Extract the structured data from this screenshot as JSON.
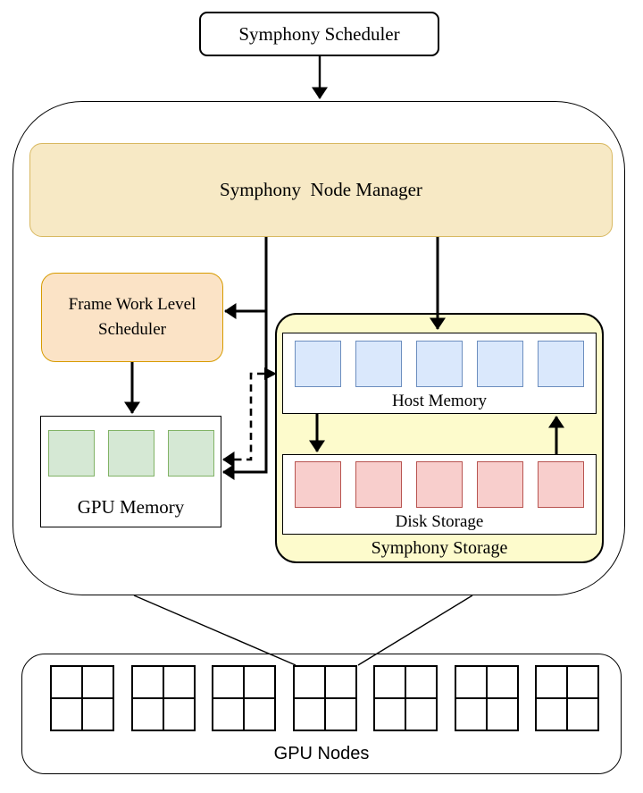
{
  "nodes": {
    "scheduler": "Symphony Scheduler",
    "node_manager": "Symphony  Node Manager",
    "framework_scheduler": "Frame Work Level Scheduler",
    "gpu_memory": "GPU Memory",
    "host_memory": "Host Memory",
    "disk_storage": "Disk Storage",
    "symphony_storage": "Symphony Storage",
    "gpu_nodes": "GPU Nodes"
  },
  "counts": {
    "gpu_memory_slots": 3,
    "host_memory_slots": 5,
    "disk_storage_slots": 5,
    "gpu_node_boxes": 7
  },
  "colors": {
    "node_manager_fill": "#F7E9C5",
    "node_manager_border": "#D8B860",
    "framework_fill": "#FBE3C6",
    "framework_border": "#D79B00",
    "storage_fill": "#FDFBCC",
    "gpu_memory_slot_fill": "#D5E8D4",
    "gpu_memory_slot_border": "#82B366",
    "host_memory_slot_fill": "#DAE8FC",
    "host_memory_slot_border": "#6C8EBF",
    "disk_storage_slot_fill": "#F8CECC",
    "disk_storage_slot_border": "#B85450",
    "outline": "#000000"
  }
}
